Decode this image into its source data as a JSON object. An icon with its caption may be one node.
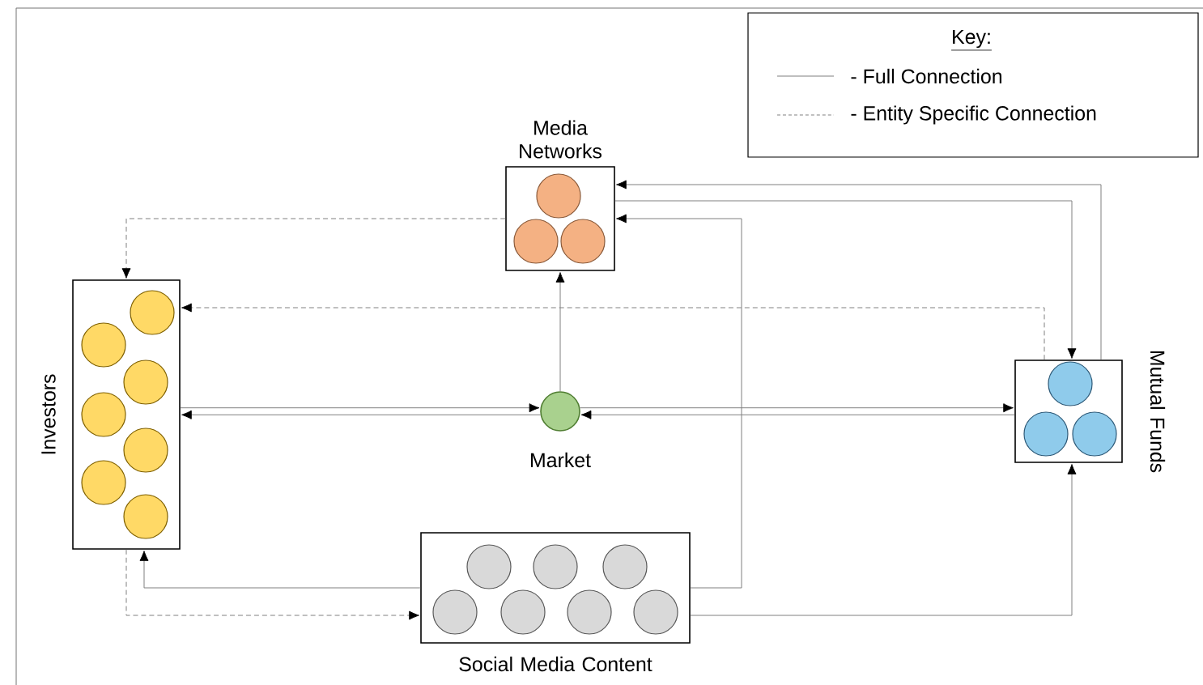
{
  "diagram": {
    "nodes": [
      {
        "text": [
          "Media Networks"
        ]
      },
      {
        "text": [
          "Investors"
        ]
      },
      {
        "text": [
          "Market"
        ]
      },
      {
        "text": [
          "Mutual Funds"
        ]
      },
      {
        "text": [
          "Social Media Content"
        ]
      }
    ],
    "edges": [
      {
        "from": 0,
        "to": 1,
        "arrow": "to",
        "style": "dashed"
      },
      {
        "from": 3,
        "to": 1,
        "arrow": "to",
        "style": "dashed"
      },
      {
        "from": 1,
        "to": 2,
        "arrow": "to"
      },
      {
        "from": 2,
        "to": 1,
        "arrow": "to"
      },
      {
        "from": 2,
        "to": 0,
        "arrow": "to"
      },
      {
        "from": 2,
        "to": 3,
        "arrow": "to"
      },
      {
        "from": 3,
        "to": 2,
        "arrow": "to"
      },
      {
        "from": 3,
        "to": 0,
        "arrow": "to"
      },
      {
        "from": 0,
        "to": 3,
        "arrow": "to"
      },
      {
        "from": 4,
        "to": 0,
        "arrow": "to"
      },
      {
        "from": 4,
        "to": 1,
        "arrow": "to"
      },
      {
        "from": 1,
        "to": 4,
        "arrow": "to",
        "style": "dashed"
      },
      {
        "from": 4,
        "to": 3,
        "arrow": "to"
      }
    ],
    "labels": [
      "Key:"
    ],
    "legend": [
      {
        "text": "- Full Connection"
      },
      {
        "text": "- Entity Specific Connection"
      }
    ]
  }
}
